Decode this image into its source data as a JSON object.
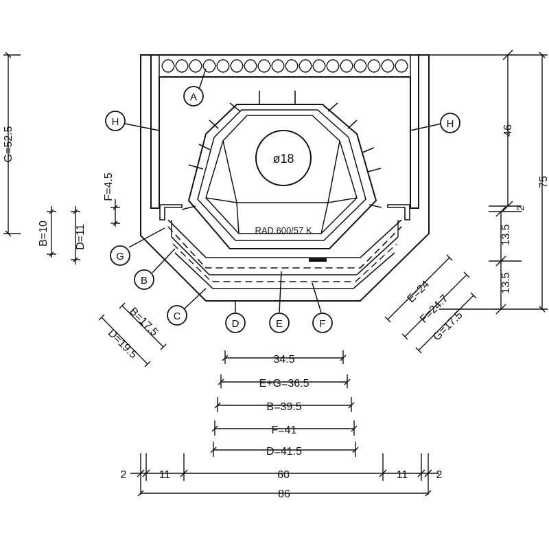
{
  "drawing": {
    "diameter_label": "ø18",
    "model_label": "RAD.600/57  K",
    "callouts": {
      "a": "A",
      "b": "B",
      "c": "C",
      "d": "D",
      "e": "E",
      "f": "F",
      "g": "G",
      "h_left": "H",
      "h_right": "H"
    },
    "dims_bottom": {
      "d345": "34.5",
      "d365": "E+G=36.5",
      "d395": "B=39.5",
      "d41": "F=41",
      "d415": "D=41.5",
      "seg_2_left": "2",
      "seg_11_left": "11",
      "seg_60": "60",
      "seg_11_right": "11",
      "seg_2_right": "2",
      "total_86": "86"
    },
    "dims_left": {
      "g525": "G=52.5",
      "f45": "F=4.5",
      "b10": "B=10",
      "d11": "D=11",
      "b175": "B=17.5",
      "d195": "D=19.5"
    },
    "dims_right": {
      "d46": "46",
      "d75": "75",
      "d2": "2",
      "d135_top": "13.5",
      "d135_bottom": "13.5",
      "e24": "E=24",
      "f247": "F=24.7",
      "g175": "G=17.5"
    }
  }
}
